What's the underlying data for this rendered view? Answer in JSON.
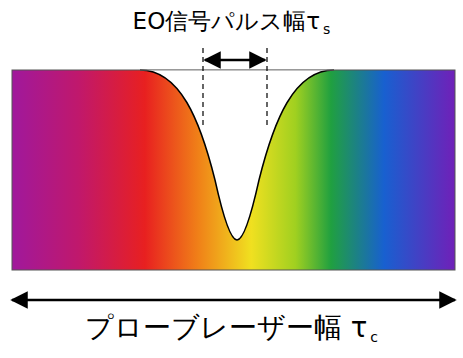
{
  "diagram": {
    "labels": [
      "EO信号パルス幅τ",
      "s",
      "プローブレーザー幅 τ",
      "c"
    ]
  }
}
